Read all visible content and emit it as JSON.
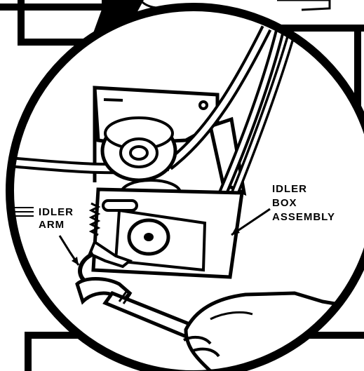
{
  "labels": {
    "idler_arm_line1": "IDLER",
    "idler_arm_line2": "ARM",
    "idler_box_line1": "IDLER",
    "idler_box_line2": "BOX",
    "idler_box_line3": "ASSEMBLY"
  },
  "colors": {
    "ink": "#000000",
    "paper": "#ffffff"
  }
}
